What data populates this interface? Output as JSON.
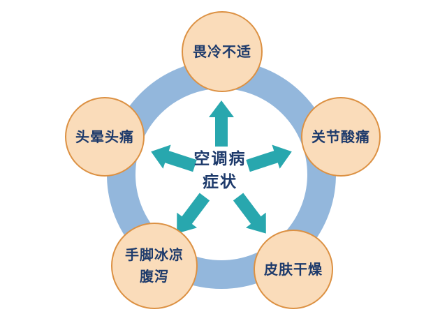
{
  "diagram": {
    "title_semantic": "air-conditioning-disease-symptoms-cycle",
    "center": {
      "line1": "空调病",
      "line2": "症状"
    },
    "nodes": [
      {
        "id": "top",
        "lines": [
          "畏冷不适"
        ]
      },
      {
        "id": "left",
        "lines": [
          "头晕头痛"
        ]
      },
      {
        "id": "right",
        "lines": [
          "关节酸痛"
        ]
      },
      {
        "id": "bottom-left",
        "lines": [
          "手脚冰凉",
          "腹泻"
        ]
      },
      {
        "id": "bottom-right",
        "lines": [
          "皮肤干燥"
        ]
      }
    ],
    "colors": {
      "ring": "#93b7dc",
      "node_fill": "#fadcba",
      "node_border": "#dc9143",
      "arrow": "#28a7ae",
      "text": "#1d3a6b"
    }
  }
}
